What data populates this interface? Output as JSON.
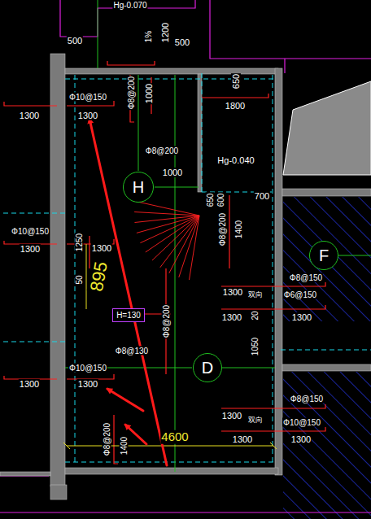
{
  "diagram": {
    "nodes": [
      {
        "text": [
          "H"
        ]
      },
      {
        "text": [
          "F"
        ]
      },
      {
        "text": [
          "H=130"
        ]
      },
      {
        "text": [
          "D"
        ]
      }
    ],
    "labels": [
      "Hg-0.070",
      "500",
      "1%",
      "1200",
      "500",
      "Φ8@200",
      "1000",
      "650",
      "Φ10@150",
      "1300",
      "1300",
      "1800",
      "Φ8@200",
      "Hg-0.040",
      "1000",
      "650",
      "600",
      "700",
      "Φ10@150",
      "1300",
      "1250",
      "1300",
      "895",
      "50",
      "Φ8@200",
      "1400",
      "Φ8@200",
      "Φ8@150",
      "1300",
      "双向",
      "Φ6@150",
      "1300",
      "20",
      "1300",
      "Φ8@130",
      "1050",
      "Φ10@150",
      "1300",
      "1300",
      "Φ8@150",
      "1300",
      "双向",
      "Φ10@150",
      "1300",
      "1300",
      "Φ8@200",
      "1400",
      "4600"
    ]
  }
}
